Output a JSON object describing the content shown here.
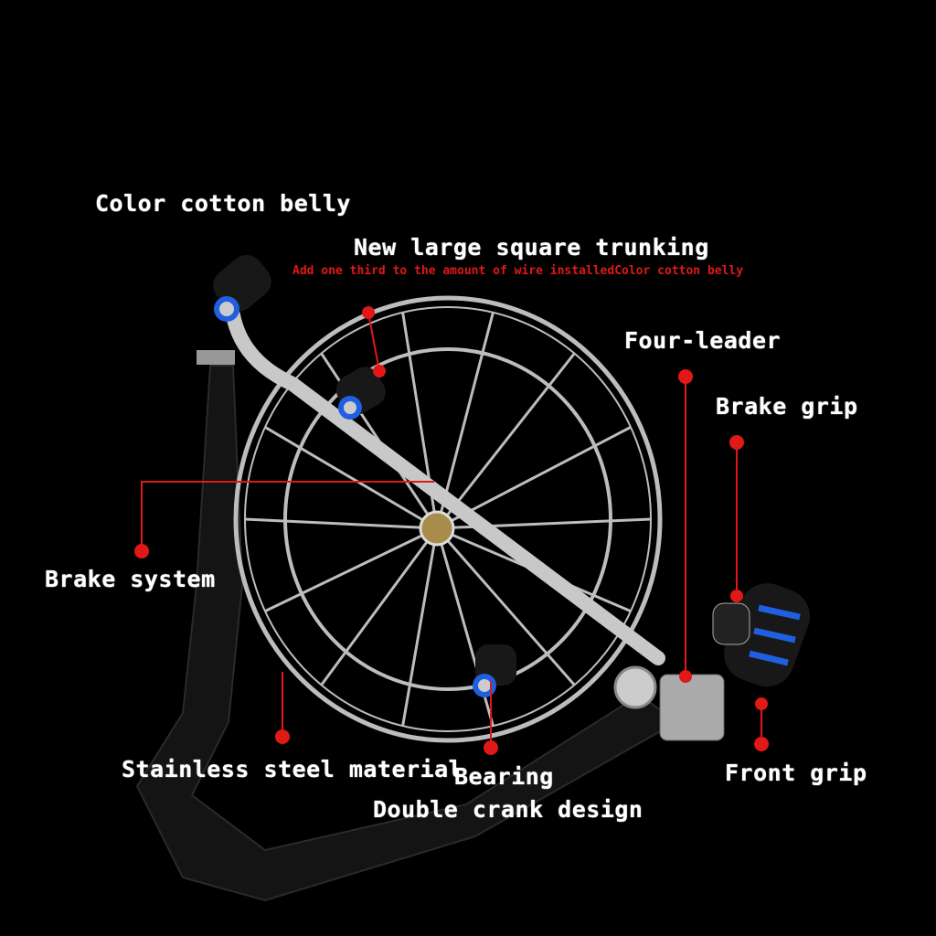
{
  "labels": {
    "color_cotton_belly": "Color cotton belly",
    "square_trunking": "New large square trunking",
    "square_trunking_sub": "Add one third to the amount of wire installedColor cotton belly",
    "four_leader": "Four-leader",
    "brake_grip": "Brake grip",
    "brake_system": "Brake system",
    "stainless_steel": "Stainless steel material",
    "bearing": "Bearing",
    "double_crank": "Double crank design",
    "front_grip": "Front grip"
  },
  "colors": {
    "background": "#000000",
    "callout": "#e01818",
    "grip_accent": "#1f5fe0",
    "steel": "#c8c8c8"
  }
}
